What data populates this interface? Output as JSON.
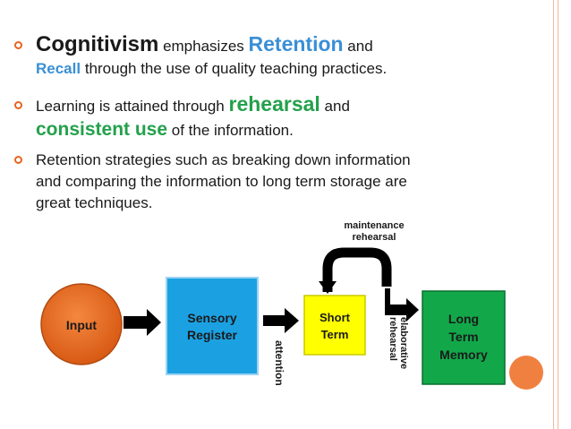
{
  "bullets": [
    {
      "line1": [
        "Cognitivism",
        " emphasizes ",
        "Retention",
        " and"
      ],
      "line2": [
        "Recall",
        " through the use of quality teaching practices."
      ]
    },
    {
      "line1": [
        "Learning is attained through ",
        "rehearsal",
        " and"
      ],
      "line2": [
        "consistent use",
        " of the information."
      ]
    },
    {
      "lines": [
        "Retention strategies such as breaking down information",
        "and comparing the information to long term storage are",
        "great techniques."
      ]
    }
  ],
  "diagram": {
    "input": "Input",
    "sensory": [
      "Sensory",
      "Register"
    ],
    "short_term": [
      "Short",
      "Term"
    ],
    "long_term": [
      "Long",
      "Term",
      "Memory"
    ],
    "attention": "attention",
    "elaborative": [
      "elaborative",
      "rehearsal"
    ],
    "maintenance": [
      "maintenance",
      "rehearsal"
    ]
  },
  "colors": {
    "accent": "#e8641e",
    "input_fill": "#e8641e",
    "sensory_fill": "#1ba1e2",
    "short_fill": "#ffff00",
    "long_fill": "#12a84a",
    "blue_text": "#3a8fd6",
    "green_text": "#23a14b"
  }
}
